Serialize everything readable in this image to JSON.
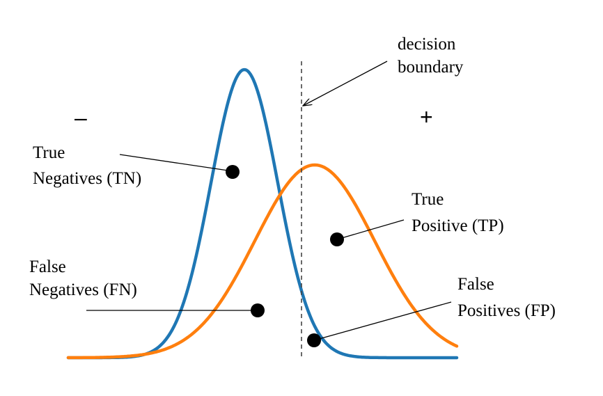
{
  "sign_negative": "–",
  "sign_positive": "+",
  "decision_boundary": {
    "line1": "decision",
    "line2": "boundary"
  },
  "labels": {
    "tn": {
      "line1": "True",
      "line2": "Negatives (TN)"
    },
    "tp": {
      "line1": "True",
      "line2": "Positive (TP)"
    },
    "fn": {
      "line1": "False",
      "line2": "Negatives (FN)"
    },
    "fp": {
      "line1": "False",
      "line2": "Positives (FP)"
    }
  },
  "colors": {
    "negative_curve": "#1f77b4",
    "positive_curve": "#ff7f0e",
    "boundary": "#444444",
    "text": "#000000"
  }
}
